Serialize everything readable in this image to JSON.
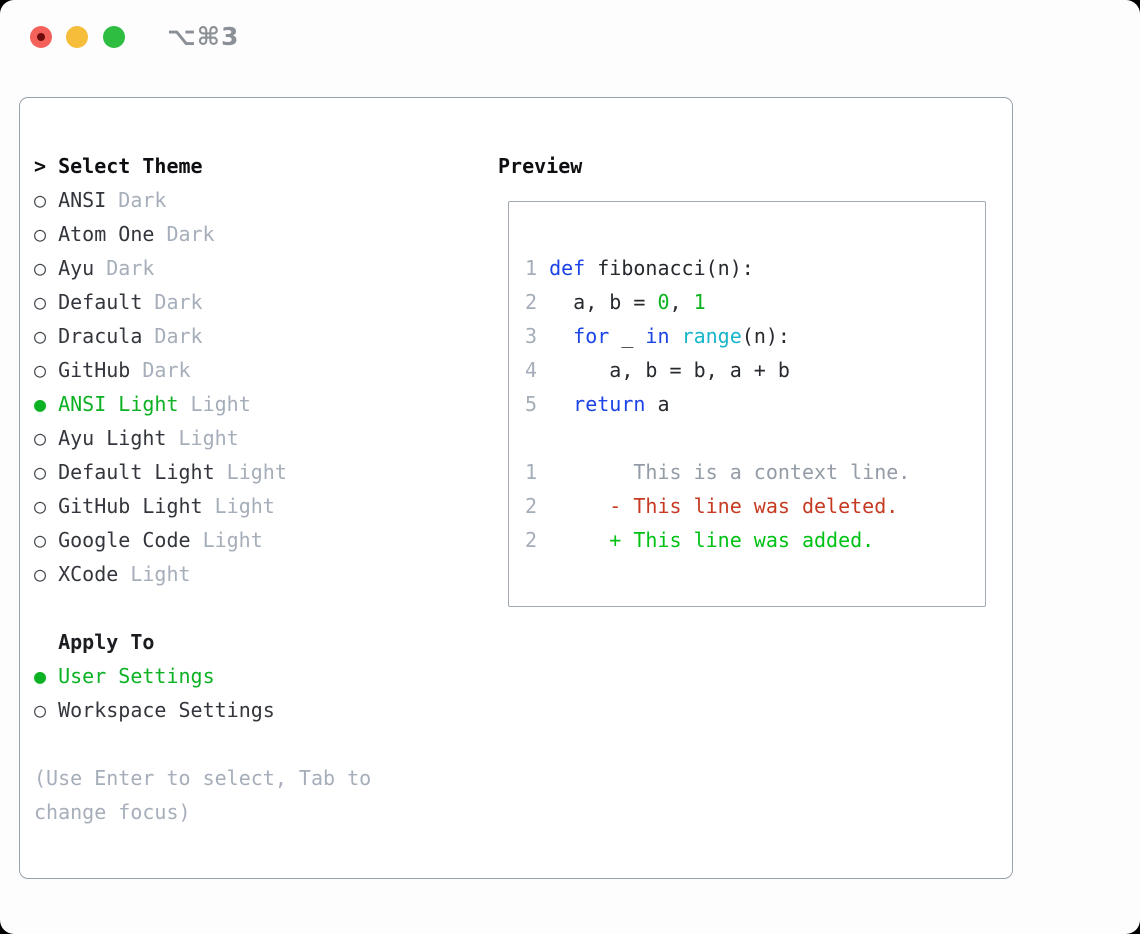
{
  "titlebar": {
    "title": "⌥⌘3",
    "traffic_lights": [
      "close",
      "minimize",
      "zoom"
    ]
  },
  "glyphs": {
    "radio_selected": "●",
    "radio_unselected": "○",
    "pointer": ">"
  },
  "theme_panel": {
    "header": {
      "marker": ">",
      "label": "Select Theme"
    },
    "items": [
      {
        "label": "ANSI",
        "variant": "Dark",
        "selected": false
      },
      {
        "label": "Atom One",
        "variant": "Dark",
        "selected": false
      },
      {
        "label": "Ayu",
        "variant": "Dark",
        "selected": false
      },
      {
        "label": "Default",
        "variant": "Dark",
        "selected": false
      },
      {
        "label": "Dracula",
        "variant": "Dark",
        "selected": false
      },
      {
        "label": "GitHub",
        "variant": "Dark",
        "selected": false
      },
      {
        "label": "ANSI Light",
        "variant": "Light",
        "selected": true
      },
      {
        "label": "Ayu Light",
        "variant": "Light",
        "selected": false
      },
      {
        "label": "Default Light",
        "variant": "Light",
        "selected": false
      },
      {
        "label": "GitHub Light",
        "variant": "Light",
        "selected": false
      },
      {
        "label": "Google Code",
        "variant": "Light",
        "selected": false
      },
      {
        "label": "XCode",
        "variant": "Light",
        "selected": false
      }
    ],
    "apply_to": {
      "header": "Apply To",
      "options": [
        {
          "label": "User Settings",
          "selected": true
        },
        {
          "label": "Workspace Settings",
          "selected": false
        }
      ]
    },
    "help_lines": [
      "(Use Enter to select, Tab to",
      "change focus)"
    ]
  },
  "preview_panel": {
    "header": "Preview",
    "code_lines": [
      {
        "segments": [
          [
            "1 ",
            "ln"
          ],
          [
            "def",
            "kw"
          ],
          [
            " fibonacci(n):",
            "pl"
          ]
        ]
      },
      {
        "segments": [
          [
            "2   ",
            "ln"
          ],
          [
            "a, b = ",
            "pl"
          ],
          [
            "0",
            "num"
          ],
          [
            ", ",
            "pl"
          ],
          [
            "1",
            "num"
          ]
        ]
      },
      {
        "segments": [
          [
            "3   ",
            "ln"
          ],
          [
            "for",
            "kw"
          ],
          [
            " _ ",
            "pl"
          ],
          [
            "in",
            "kw"
          ],
          [
            " ",
            "pl"
          ],
          [
            "range",
            "fn"
          ],
          [
            "(n):",
            "pl"
          ]
        ]
      },
      {
        "segments": [
          [
            "4      ",
            "ln"
          ],
          [
            "a, b = b, a + b",
            "pl"
          ]
        ]
      },
      {
        "segments": [
          [
            "5   ",
            "ln"
          ],
          [
            "return",
            "kw"
          ],
          [
            " a",
            "pl"
          ]
        ]
      }
    ],
    "diff_lines": [
      {
        "segments": [
          [
            "1",
            "ln"
          ],
          [
            "        This is a context line.",
            "ctx"
          ]
        ]
      },
      {
        "segments": [
          [
            "2      ",
            "ln"
          ],
          [
            "- This line was deleted.",
            "del"
          ]
        ]
      },
      {
        "segments": [
          [
            "2      ",
            "ln"
          ],
          [
            "+ This line was added.",
            "add"
          ]
        ]
      }
    ]
  },
  "colors": {
    "keyword": "#1b43e6",
    "function": "#17b5c9",
    "number_literal": "#0cb31f",
    "diff_deleted": "#c63a22",
    "diff_added": "#00c215",
    "line_number": "#a4adb9",
    "context": "#939ca7",
    "code_text": "#26292e",
    "selected_green": "#0cb224",
    "muted": "#a6aeba",
    "item_text": "#33363c",
    "header_text": "#0e0f12",
    "window_border": "#99a1ac",
    "preview_border": "#a3aab4",
    "traffic_red": "#f4615b",
    "traffic_red_dot": "#6e0b0c",
    "traffic_yellow": "#f6bd3a",
    "traffic_green": "#2ebd41",
    "titlebar_text": "#8b9097"
  }
}
